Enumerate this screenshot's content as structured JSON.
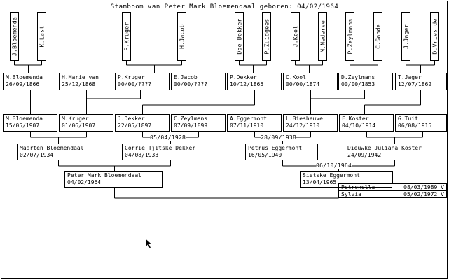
{
  "title": "Stamboom van Peter Mark Bloemendaal geboren: 04/02/1964",
  "great_grandparents": [
    "J.Bloemenda",
    "K.Last",
    "P.Kruger",
    "H.Jacob",
    "Doe Dekker",
    "P.Zuidgees",
    "J.Kool",
    "M.Nederve",
    "P.Zeylmans",
    "C.Sande",
    "J.Jager",
    "D.Vries de"
  ],
  "grandparents": [
    {
      "name": "M.Bloemenda",
      "date": "26/09/1866"
    },
    {
      "name": "H.Marie van",
      "date": "25/12/1868"
    },
    {
      "name": "P.Kruger",
      "date": "00/00/????"
    },
    {
      "name": "E.Jacob",
      "date": "00/00/????"
    },
    {
      "name": "P.Dekker",
      "date": "10/12/1865"
    },
    {
      "name": "C.Kool",
      "date": "00/00/1874"
    },
    {
      "name": "D.Zeylmans",
      "date": "00/00/1853"
    },
    {
      "name": "T.Jager",
      "date": "12/07/1862"
    }
  ],
  "parents": [
    {
      "name": "M.Bloemenda",
      "date": "15/05/1907"
    },
    {
      "name": "M.Kruger",
      "date": "01/06/1907"
    },
    {
      "name": "J.Dekker",
      "date": "22/05/1897"
    },
    {
      "name": "C.Zeylmans",
      "date": "07/09/1899"
    },
    {
      "name": "A.Eggermont",
      "date": "07/11/1910"
    },
    {
      "name": "L.Biesheuve",
      "date": "24/12/1910"
    },
    {
      "name": "F.Koster",
      "date": "04/10/1914"
    },
    {
      "name": "G.Tuit",
      "date": "06/08/1915"
    }
  ],
  "marriage_dates_1": [
    "05/04/1928",
    "28/09/1938"
  ],
  "parents_gen": [
    {
      "name": "Maarten Bloemendaal",
      "date": "02/07/1934"
    },
    {
      "name": "Corrie Tjitske Dekker",
      "date": "04/08/1933"
    },
    {
      "name": "Petrus Eggermont",
      "date": "16/05/1940"
    },
    {
      "name": "Dieuwke Juliana Koster",
      "date": "24/09/1942"
    }
  ],
  "marriage_date_2": "06/10/1964",
  "couple": [
    {
      "name": "Peter Mark Bloemendaal",
      "date": "04/02/1964"
    },
    {
      "name": "Sietske Eggermont",
      "date": "13/04/1965"
    }
  ],
  "children": [
    {
      "name": "Petronella",
      "date": "08/03/1989",
      "sex": "V"
    },
    {
      "name": "Sylvia",
      "date": "05/02/1972",
      "sex": "V"
    }
  ]
}
